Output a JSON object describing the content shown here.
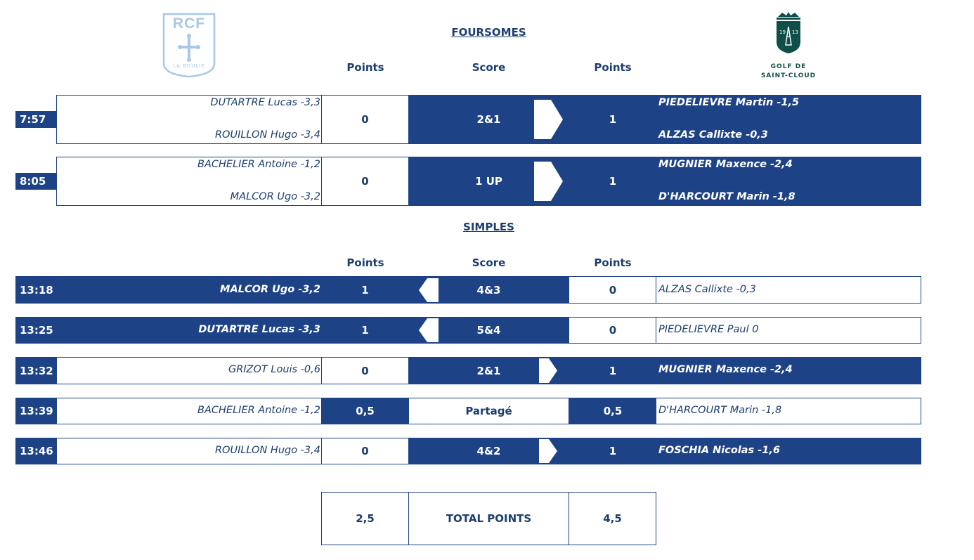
{
  "header": {
    "left_logo": {
      "text": "RCF",
      "subtext": "LA BOULIE",
      "color": "#a8c8e8",
      "icon": "cross-icon"
    },
    "right_logo": {
      "line1": "GOLF DE",
      "line2": "SAINT-CLOUD",
      "year_left": "19",
      "year_right": "13",
      "color": "#0f4f4a",
      "icon": "eiffel-tower-icon"
    },
    "foursomes_title": "FOURSOMES",
    "simples_title": "SIMPLES",
    "col_points_left": "Points",
    "col_score": "Score",
    "col_points_right": "Points"
  },
  "colors": {
    "accent": "#1d4386",
    "text": "#1d3e6e",
    "white": "#ffffff"
  },
  "foursomes": [
    {
      "time": "7:57",
      "left_p1": "DUTARTRE Lucas -3,3",
      "left_p2": "ROUILLON Hugo -3,4",
      "left_points": "0",
      "score": "2&1",
      "right_points": "1",
      "right_p1": "PIEDELIEVRE Martin -1,5",
      "right_p2": "ALZAS Callixte -0,3",
      "winner": "right"
    },
    {
      "time": "8:05",
      "left_p1": "BACHELIER Antoine -1,2",
      "left_p2": "MALCOR Ugo -3,2",
      "left_points": "0",
      "score": "1 UP",
      "right_points": "1",
      "right_p1": "MUGNIER Maxence -2,4",
      "right_p2": "D'HARCOURT Marin -1,8",
      "winner": "right"
    }
  ],
  "simples": [
    {
      "time": "13:18",
      "left": "MALCOR Ugo -3,2",
      "left_points": "1",
      "score": "4&3",
      "right_points": "0",
      "right": "ALZAS Callixte -0,3",
      "winner": "left"
    },
    {
      "time": "13:25",
      "left": "DUTARTRE Lucas -3,3",
      "left_points": "1",
      "score": "5&4",
      "right_points": "0",
      "right": "PIEDELIEVRE Paul 0",
      "winner": "left"
    },
    {
      "time": "13:32",
      "left": "GRIZOT Louis -0,6",
      "left_points": "0",
      "score": "2&1",
      "right_points": "1",
      "right": "MUGNIER Maxence -2,4",
      "winner": "right"
    },
    {
      "time": "13:39",
      "left": "BACHELIER Antoine -1,2",
      "left_points": "0,5",
      "score": "Partagé",
      "right_points": "0,5",
      "right": "D'HARCOURT Marin -1,8",
      "winner": "halved"
    },
    {
      "time": "13:46",
      "left": "ROUILLON Hugo -3,4",
      "left_points": "0",
      "score": "4&2",
      "right_points": "1",
      "right": "FOSCHIA Nicolas -1,6",
      "winner": "right"
    }
  ],
  "total": {
    "left": "2,5",
    "label": "TOTAL POINTS",
    "right": "4,5"
  }
}
